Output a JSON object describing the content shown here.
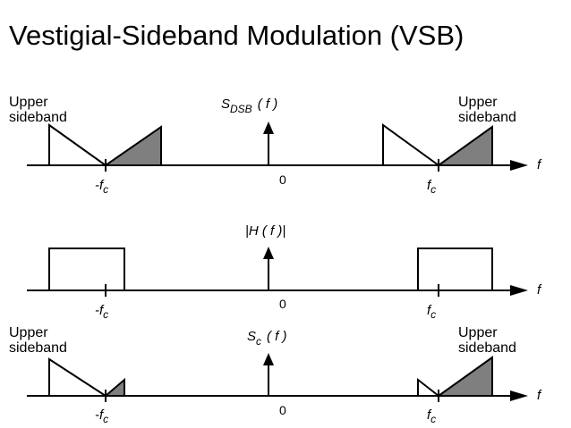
{
  "title": "Vestigial-Sideband Modulation (VSB)",
  "colors": {
    "line": "#000000",
    "shaded_sideband": "#7f7f7f",
    "background": "#ffffff"
  },
  "labels": {
    "upper": "Upper",
    "sideband": "sideband",
    "axis_f": "f",
    "neg_fc": "-f",
    "pos_fc": "f",
    "fc_sub": "c",
    "zero": "0"
  },
  "panel1": {
    "spectrum_symbol": "S",
    "spectrum_sub": "DSB",
    "spectrum_arg": "( f )"
  },
  "panel2": {
    "filter_label": "|H ( f )|"
  },
  "panel3": {
    "spectrum_symbol": "S",
    "spectrum_sub": "c",
    "spectrum_arg": "( f )"
  }
}
